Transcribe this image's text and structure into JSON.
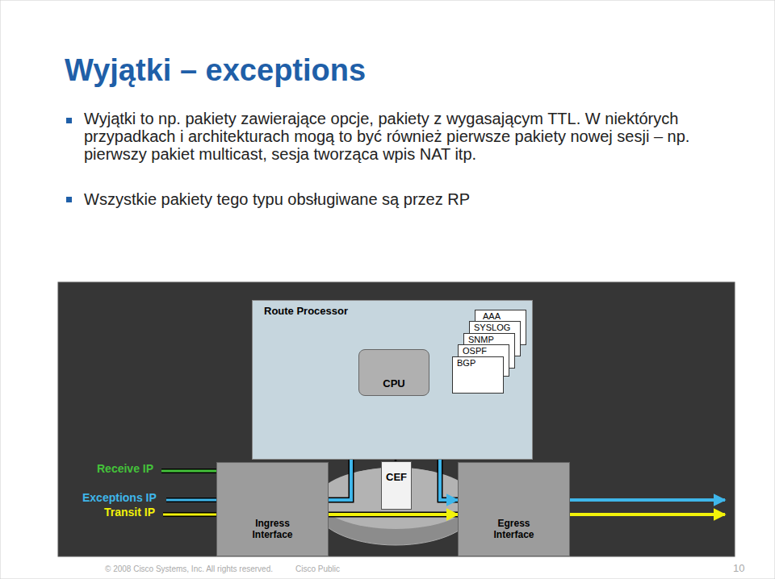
{
  "diagram": {
    "title": "Wyjątki – exceptions",
    "nodes": [
      {
        "text": [
          "Route Processor"
        ]
      },
      {
        "text": [
          "CPU"
        ],
        "in": 0
      },
      {
        "text": [
          "AAA"
        ],
        "in": 0
      },
      {
        "text": [
          "SYSLOG"
        ],
        "in": 0
      },
      {
        "text": [
          "SNMP"
        ],
        "in": 0
      },
      {
        "text": [
          "OSPF"
        ],
        "in": 0
      },
      {
        "text": [
          "BGP"
        ],
        "in": 0
      },
      {
        "text": [
          "Ingress Interface"
        ]
      },
      {
        "text": [
          "CEF"
        ]
      },
      {
        "text": [
          "Egress Interface"
        ]
      }
    ],
    "edges": [
      {
        "from": 7,
        "to": 1,
        "arrow": "to"
      },
      {
        "from": 1,
        "to": 9,
        "arrow": "to"
      },
      {
        "from": 7,
        "to": 9,
        "arrow": "to"
      },
      {
        "from": 1,
        "to": 6,
        "arrow": "to"
      }
    ],
    "labels": [
      "Wyjątki to np. pakiety zawierające opcje, pakiety z wygasającym TTL. W niektórych przypadkach i architekturach mogą to być również pierwsze pakiety nowej sesji – np. pierwszy pakiet multicast, sesja tworząca wpis NAT itp.",
      "Wszystkie pakiety tego typu obsługiwane są przez RP",
      "Receive IP",
      "Exceptions IP",
      "Transit IP",
      "© 2008 Cisco Systems, Inc. All rights reserved.",
      "Cisco Public",
      "10"
    ]
  }
}
